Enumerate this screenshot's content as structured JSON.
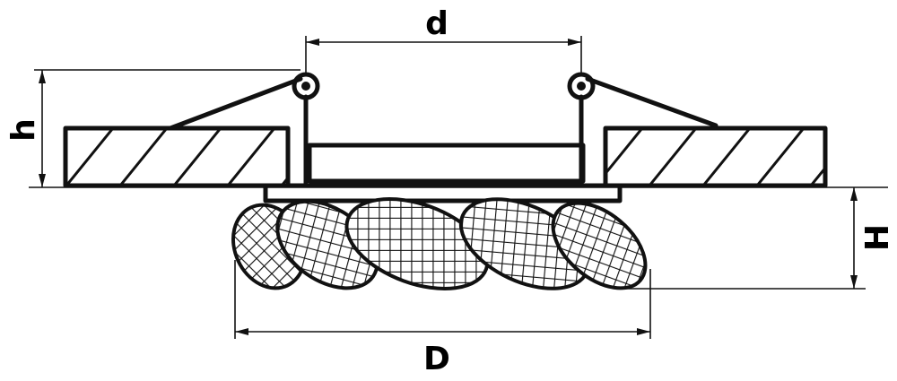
{
  "dimensions": {
    "d": "d",
    "h": "h",
    "H": "H",
    "D": "D"
  },
  "colors": {
    "line": "#111111",
    "background": "#ffffff"
  }
}
